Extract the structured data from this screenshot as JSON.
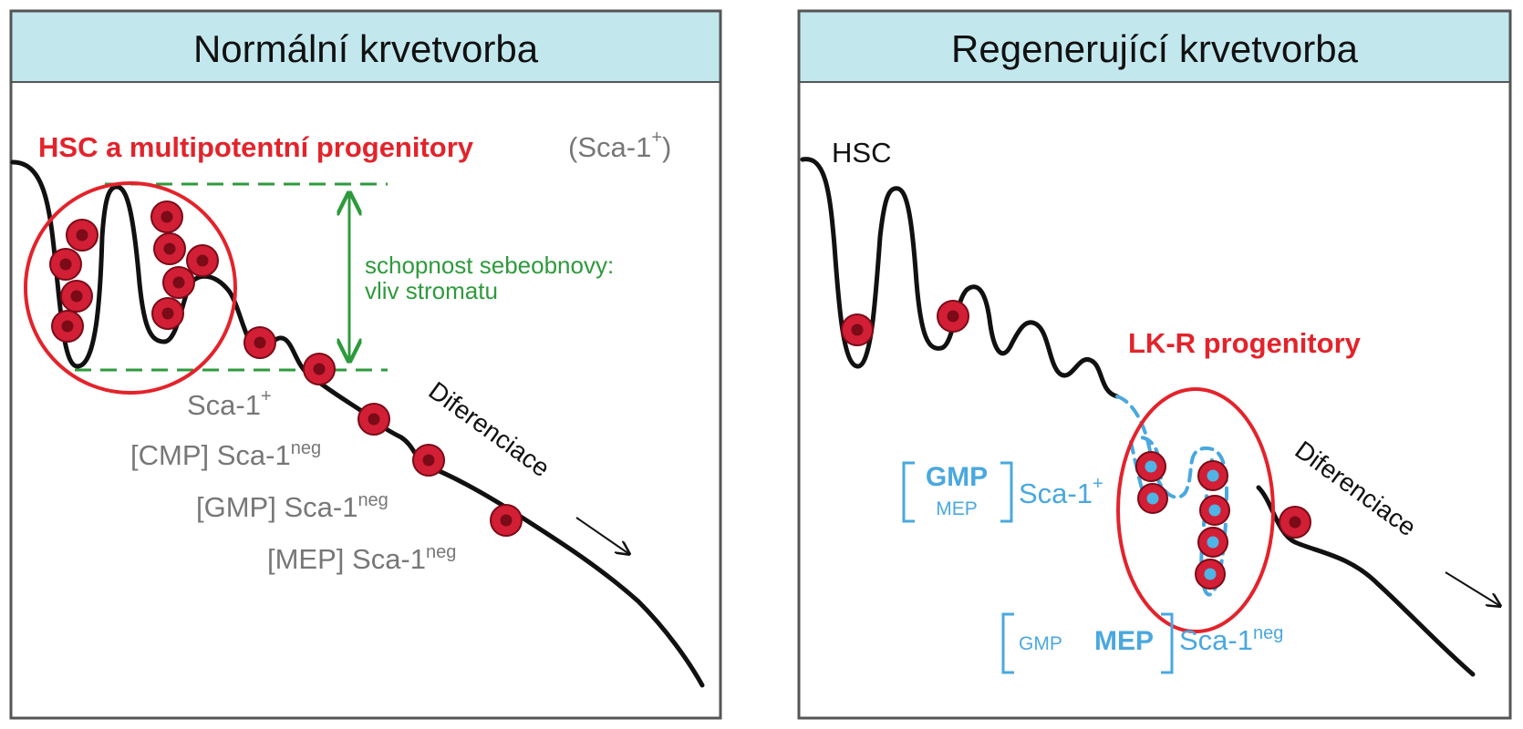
{
  "colors": {
    "header_bg": "#c2e8ee",
    "panel_border": "#555555",
    "cell_red": "#d21f36",
    "cell_dark": "#7a0b17",
    "cell_blue_nucleus": "#4fb4e6",
    "ring_red": "#e3232b",
    "green": "#2e9a3c",
    "blue_label": "#4aa8df",
    "gray_label": "#777777",
    "black": "#111111"
  },
  "left": {
    "title": "Normální krvetvorba",
    "hsc_label": "HSC a multipotentní progenitory",
    "sca_pos": "(Sca-1",
    "sca_pos_sup": "+",
    "sca_pos_close": ")",
    "self_renewal_line1": "schopnost sebeobnovy:",
    "self_renewal_line2": "vliv stromatu",
    "sca1_plus": "Sca-1",
    "sca1_plus_sup": "+",
    "cmp_label": "[CMP] Sca-1",
    "gmp_label": "[GMP] Sca-1",
    "mep_label": "[MEP] Sca-1",
    "neg_sup": "neg",
    "diff_label": "Diferenciace"
  },
  "right": {
    "title": "Regenerující krvetvorba",
    "hsc_label": "HSC",
    "lkr_label": "LK-R progenitory",
    "gmp_big": "GMP",
    "mep_small": "MEP",
    "sca_pos": "Sca-1",
    "sca_pos_sup": "+",
    "gmp_small": "GMP",
    "mep_big": "MEP",
    "sca_neg": "Sca-1",
    "neg_sup": "neg",
    "diff_label": "Diferenciace"
  }
}
